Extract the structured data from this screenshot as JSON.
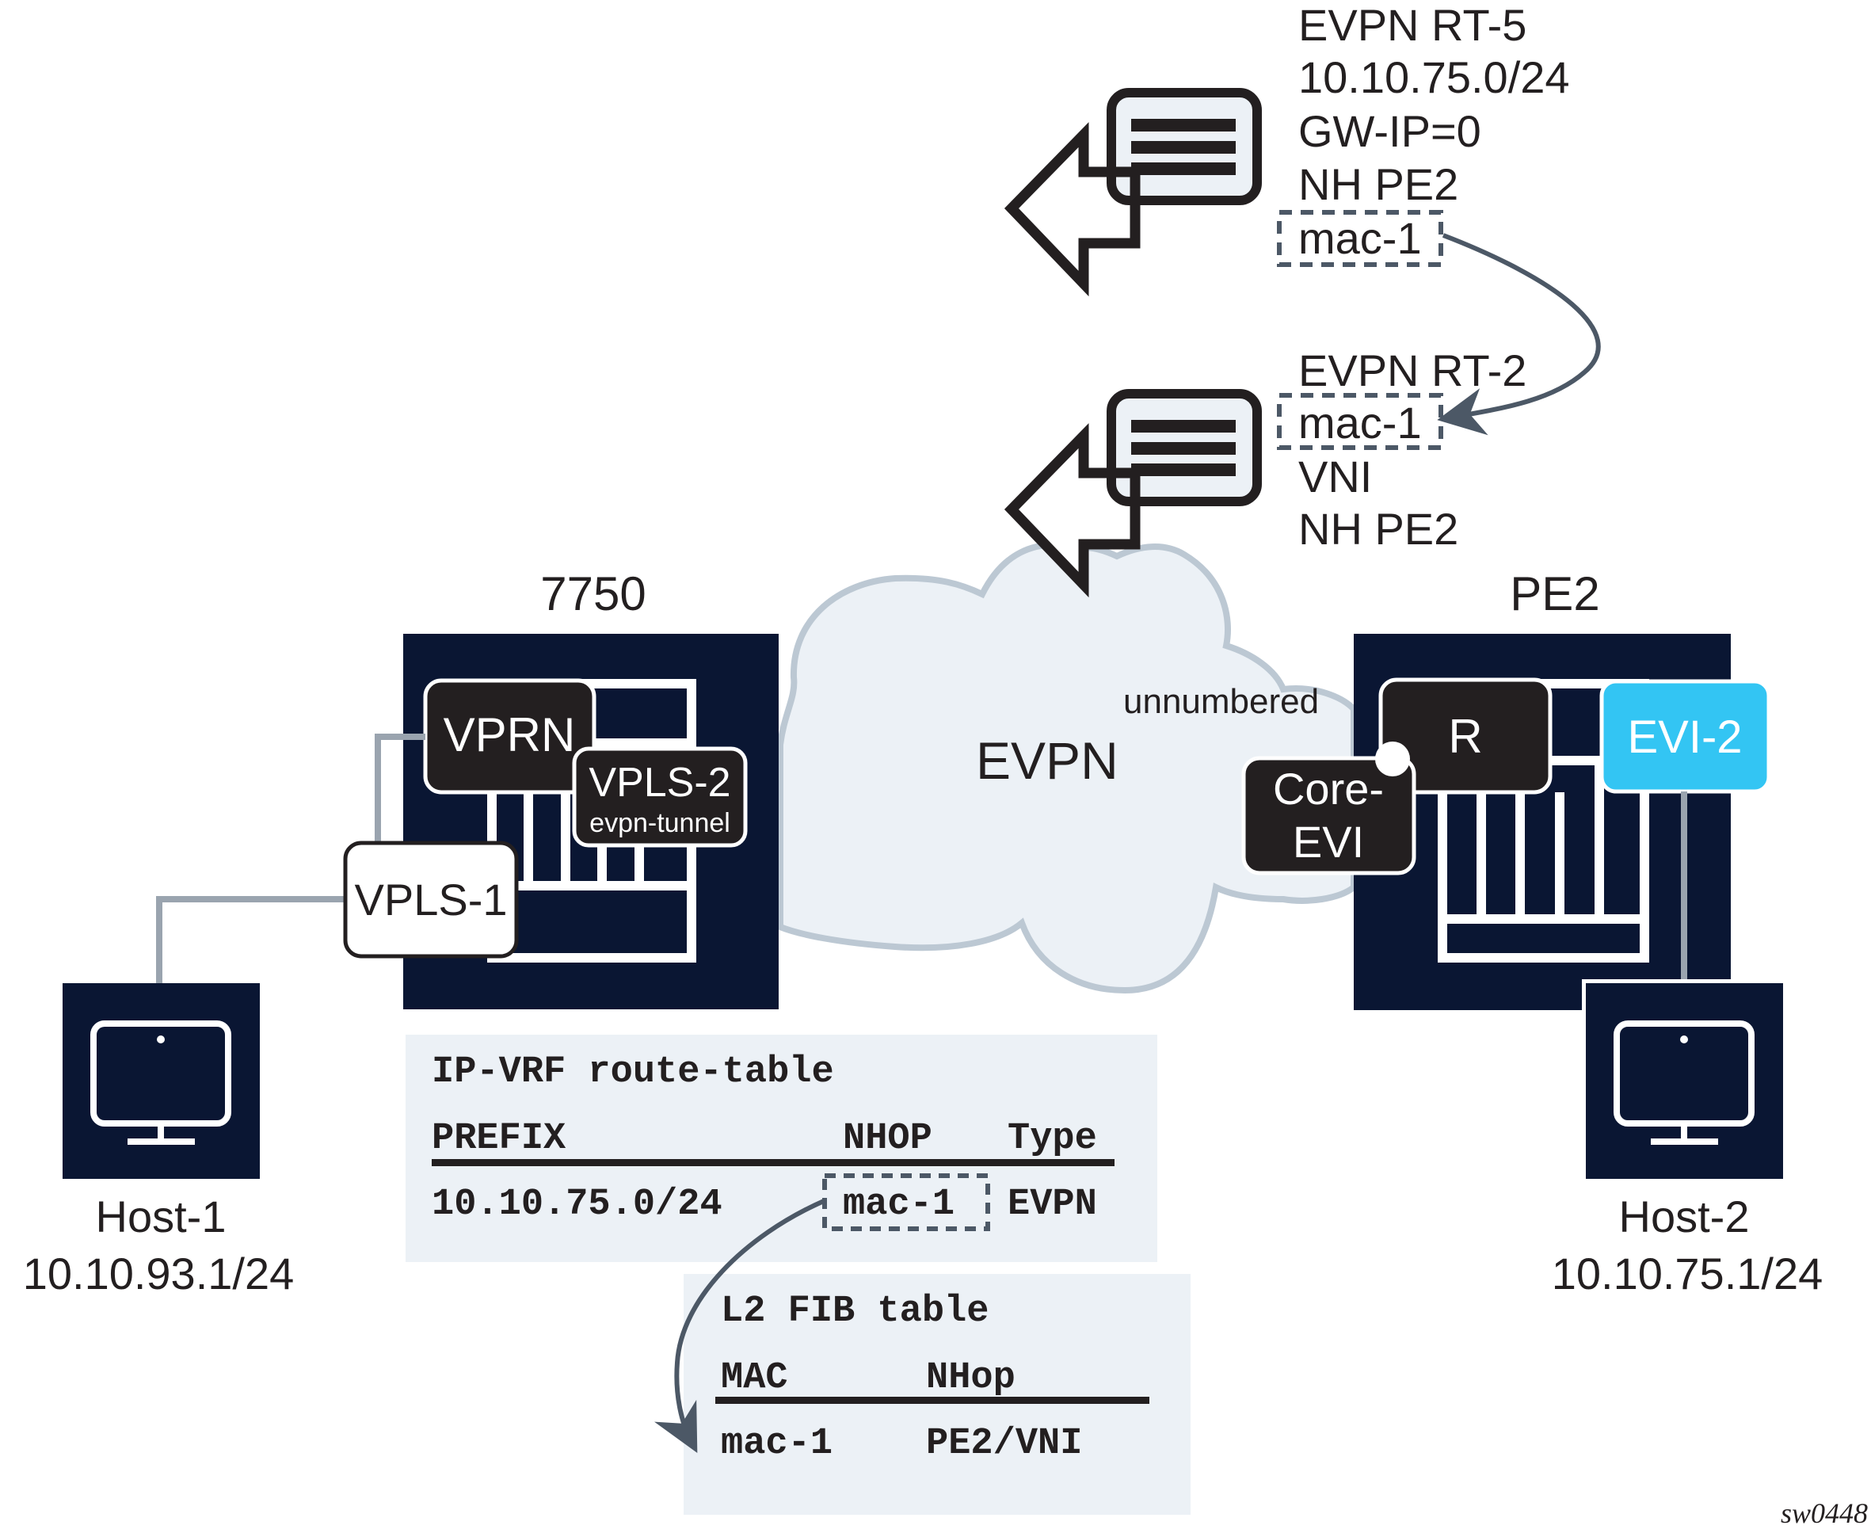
{
  "colors": {
    "node_navy": "#0A1633",
    "service_dark": "#231F20",
    "evi_accent": "#33C5F3",
    "cloud_fill": "#ECF1F6",
    "cloud_stroke": "#BCC8D3",
    "link_grey": "#9AA4AF",
    "connector": "#4C5866",
    "table_bg": "#ECF1F6"
  },
  "messages": {
    "rt5": {
      "icon": "route-message-icon",
      "lines": [
        "EVPN RT-5",
        "10.10.75.0/24",
        "GW-IP=0",
        "NH PE2"
      ],
      "highlight": "mac-1"
    },
    "rt2": {
      "icon": "route-message-icon",
      "title": "EVPN RT-2",
      "highlight": "mac-1",
      "lines_after": [
        "VNI",
        "NH PE2"
      ]
    }
  },
  "cloud": {
    "label": "EVPN",
    "annotation": "unnumbered"
  },
  "nodes": {
    "left_router": {
      "label": "7750",
      "services": {
        "vprn": "VPRN",
        "vpls2": "VPLS-2",
        "vpls2_sub": "evpn-tunnel",
        "vpls1": "VPLS-1"
      }
    },
    "right_router": {
      "label": "PE2",
      "services": {
        "r": "R",
        "core_evi_line1": "Core-",
        "core_evi_line2": "EVI",
        "evi2": "EVI-2"
      }
    }
  },
  "hosts": [
    {
      "name": "Host-1",
      "ip": "10.10.93.1/24"
    },
    {
      "name": "Host-2",
      "ip": "10.10.75.1/24"
    }
  ],
  "ip_vrf_table": {
    "title": "IP-VRF route-table",
    "columns": [
      "PREFIX",
      "NHOP",
      "Type"
    ],
    "rows": [
      {
        "prefix": "10.10.75.0/24",
        "nhop": "mac-1",
        "type": "EVPN"
      }
    ]
  },
  "l2_fib_table": {
    "title": "L2 FIB table",
    "columns": [
      "MAC",
      "NHop"
    ],
    "rows": [
      {
        "mac": "mac-1",
        "nhop": "PE2/VNI"
      }
    ]
  },
  "figure_id": "sw0448"
}
